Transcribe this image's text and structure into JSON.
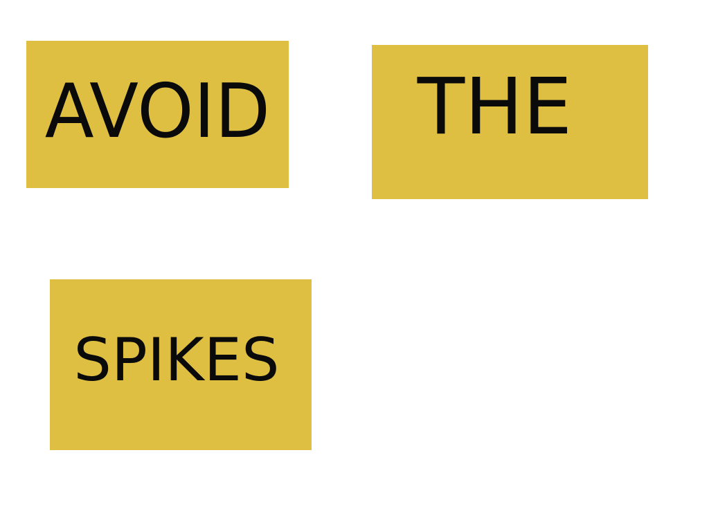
{
  "tile_color": "#dfbf42",
  "text_color": "#0a0a0a",
  "background_color": "#ffffff",
  "words": [
    {
      "text": "AVOID"
    },
    {
      "text": "THE"
    },
    {
      "text": "SPIKES"
    }
  ]
}
